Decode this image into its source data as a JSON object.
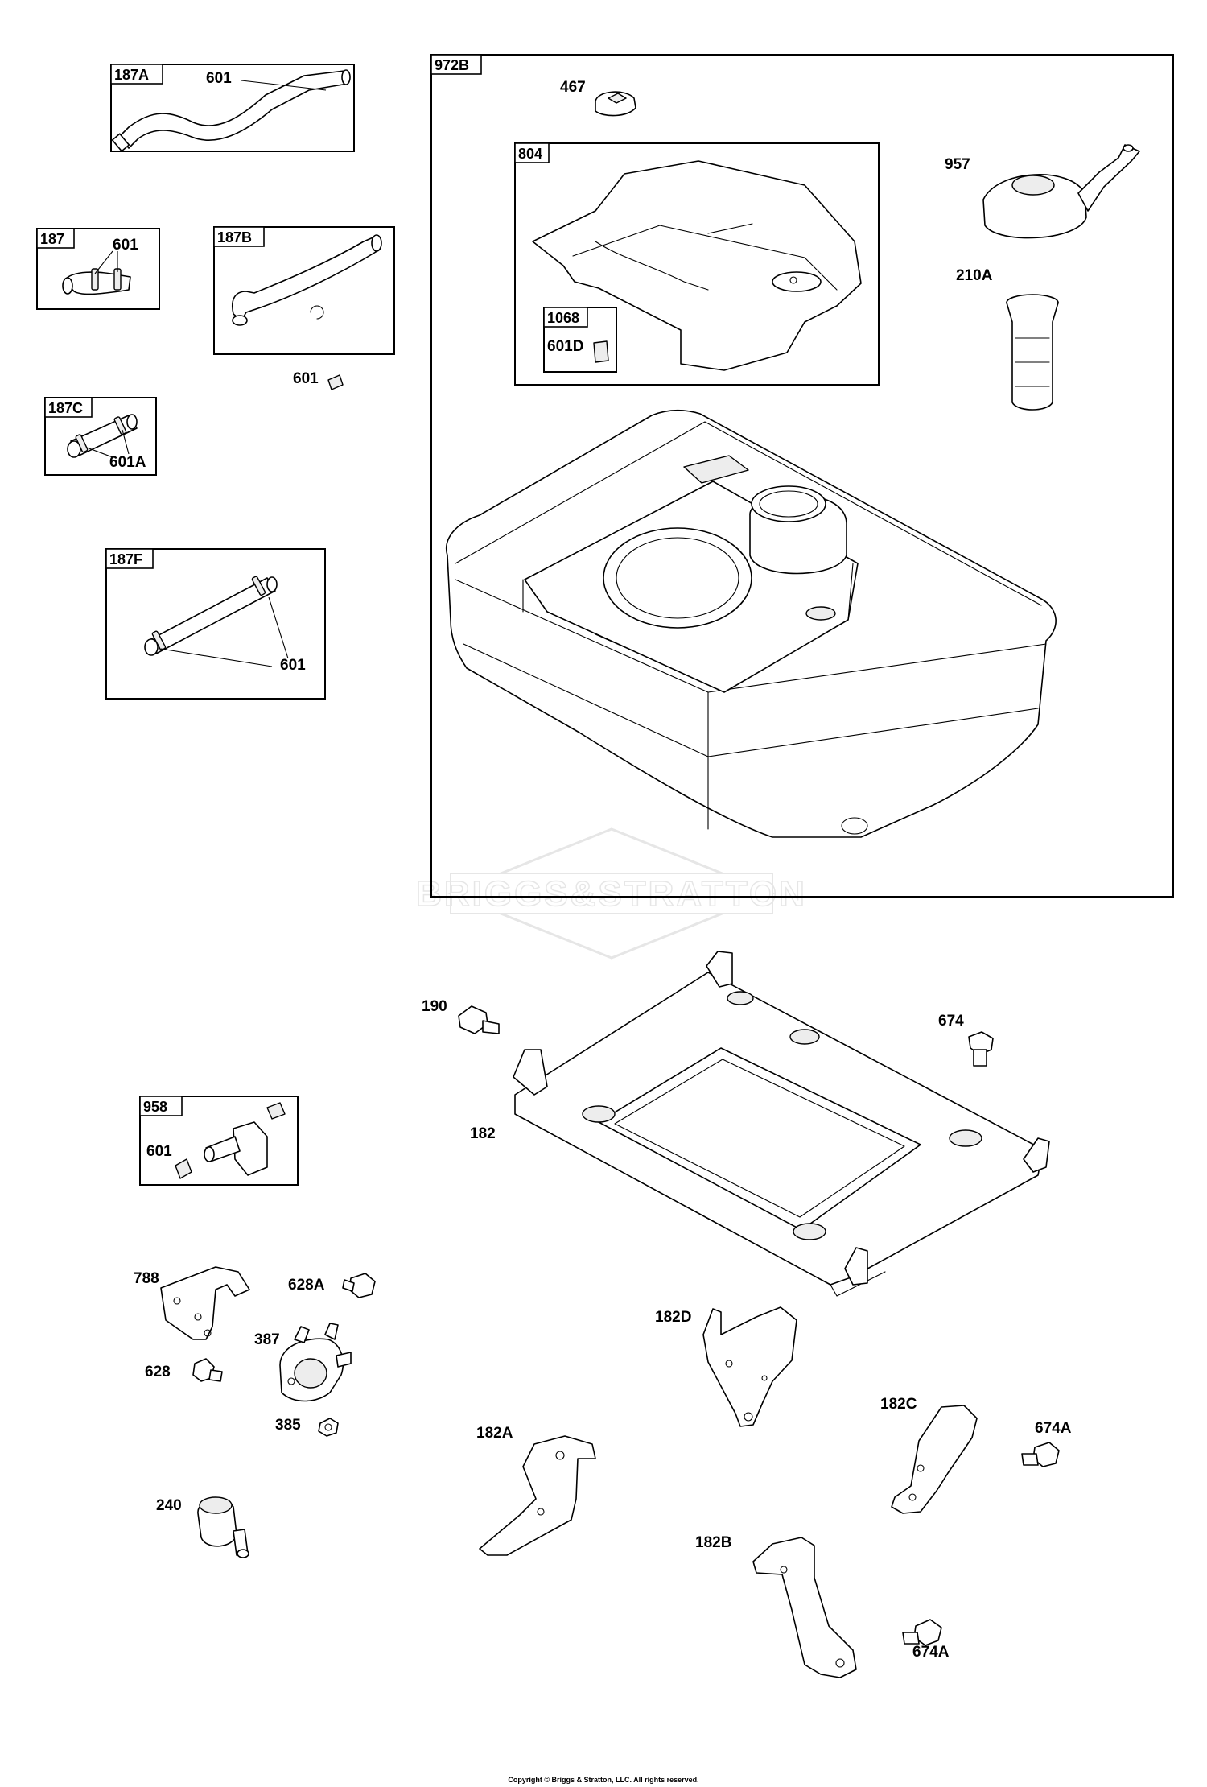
{
  "diagram": {
    "watermark": "BRIGGS&STRATTON",
    "copyright": "Copyright © Briggs & Stratton, LLC. All rights reserved.",
    "groups": [
      {
        "id": "187A",
        "callouts": [
          "601"
        ]
      },
      {
        "id": "187",
        "callouts": [
          "601"
        ]
      },
      {
        "id": "187B",
        "callouts": []
      },
      {
        "id": "187C",
        "callouts": [
          "601A"
        ]
      },
      {
        "id": "187F",
        "callouts": [
          "601"
        ]
      },
      {
        "id": "972B",
        "callouts": [
          "467",
          "957",
          "210A"
        ]
      },
      {
        "id": "804",
        "callouts": []
      },
      {
        "id": "1068",
        "callouts": [
          "601D"
        ]
      },
      {
        "id": "958",
        "callouts": [
          "601"
        ]
      }
    ],
    "parts": [
      "601",
      "190",
      "674",
      "182",
      "788",
      "628A",
      "387",
      "628",
      "385",
      "240",
      "182D",
      "182C",
      "674A",
      "182A",
      "182B",
      "674A"
    ]
  }
}
